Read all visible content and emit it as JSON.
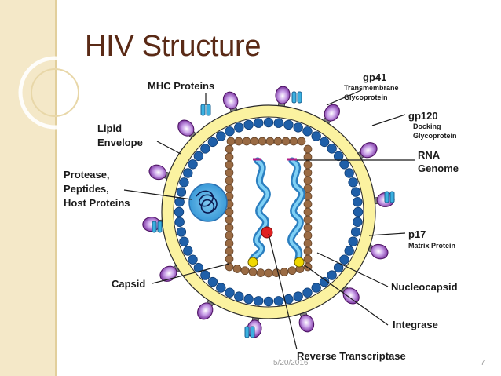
{
  "slide": {
    "title": "HIV Structure",
    "date": "5/20/2016",
    "page_number": "7"
  },
  "labels": {
    "mhc": "MHC Proteins",
    "gp41_name": "gp41",
    "gp41_desc1": "Transmembrane",
    "gp41_desc2": "Glycoprotein",
    "gp120_name": "gp120",
    "gp120_desc1": "Docking",
    "gp120_desc2": "Glycoprotein",
    "lipid1": "Lipid",
    "lipid2": "Envelope",
    "rna1": "RNA",
    "rna2": "Genome",
    "protease1": "Protease,",
    "protease2": "Peptides,",
    "protease3": "Host Proteins",
    "p17_name": "p17",
    "p17_desc": "Matrix Protein",
    "capsid": "Capsid",
    "nucleocapsid": "Nucleocapsid",
    "integrase": "Integrase",
    "rt": "Reverse Transcriptase"
  },
  "colors": {
    "title": "#5a2a16",
    "sidebar": "#f4e8c8",
    "envelope": "#fbf2a0",
    "matrix_beads": "#1f5fa8",
    "capsid_beads": "#9a6b44",
    "rna": "#4aa8d8",
    "gp120": "#7a2aa0",
    "mhc": "#3ab0e0",
    "integrase": "#f0d800",
    "reverse_transcriptase": "#e02020"
  }
}
